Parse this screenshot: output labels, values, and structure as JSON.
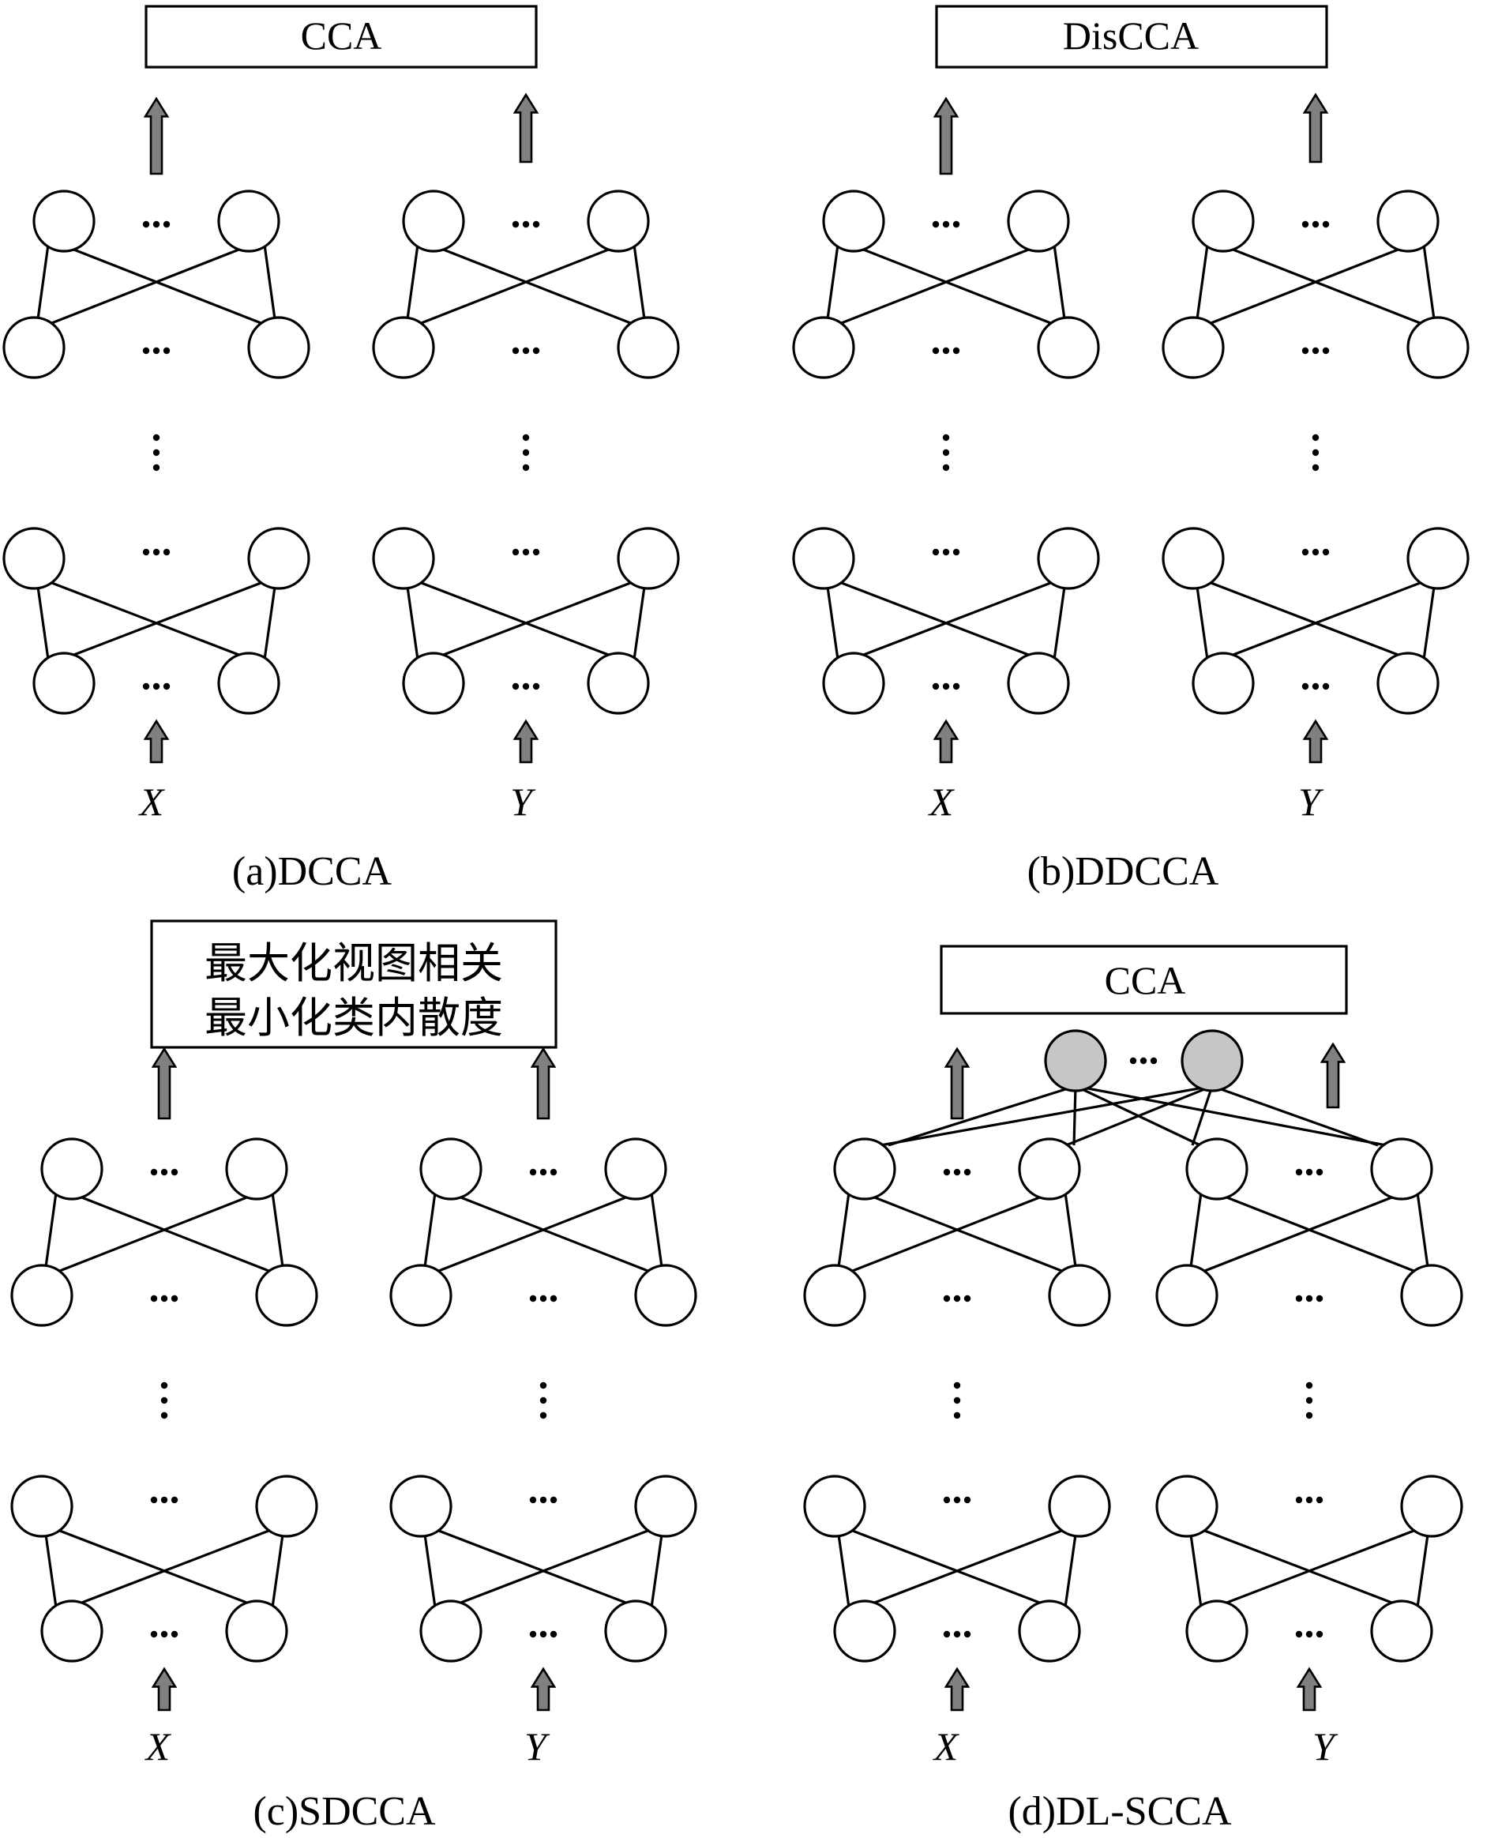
{
  "colors": {
    "node_fill": "#ffffff",
    "shared_node_fill": "#c6c6c6",
    "arrow_fill": "#808080",
    "stroke": "#000000"
  },
  "panels": {
    "a": {
      "caption": "(a)DCCA",
      "top_box": [
        "CCA"
      ],
      "input_x": "X",
      "input_y": "Y"
    },
    "b": {
      "caption": "(b)DDCCA",
      "top_box": [
        "DisCCA"
      ],
      "input_x": "X",
      "input_y": "Y"
    },
    "c": {
      "caption": "(c)SDCCA",
      "top_box": [
        "最大化视图相关",
        "最小化类内散度"
      ],
      "input_x": "X",
      "input_y": "Y"
    },
    "d": {
      "caption": "(d)DL-SCCA",
      "top_box": [
        "CCA"
      ],
      "input_x": "X",
      "input_y": "Y"
    }
  }
}
